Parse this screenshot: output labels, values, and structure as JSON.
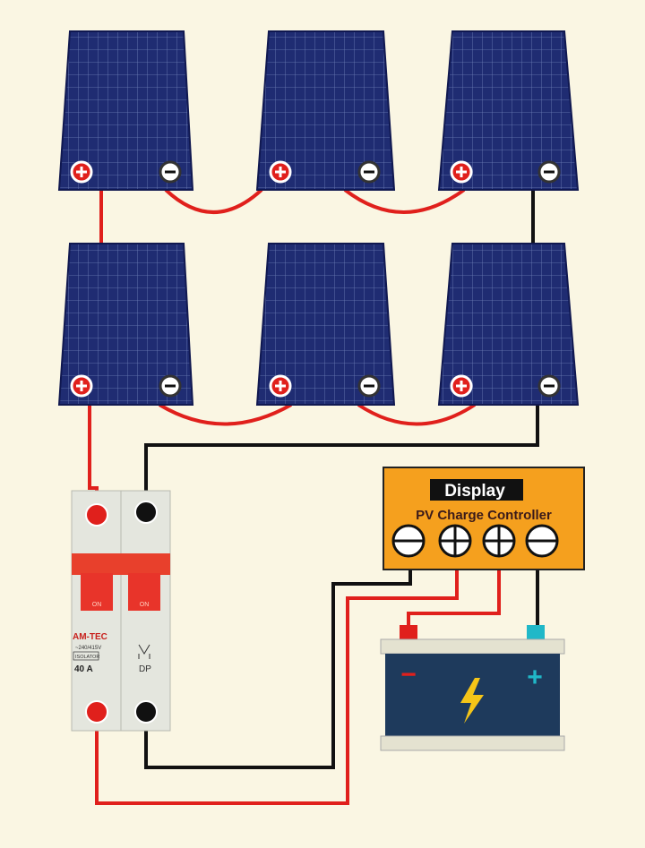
{
  "controller": {
    "display_label": "Display",
    "title": "PV Charge Controller"
  },
  "breaker": {
    "brand": "AM-TEC",
    "voltage": "~240/415V",
    "type_label": "ISOLATOR",
    "rating": "40 A",
    "poles": "DP",
    "on_left": "ON",
    "on_right": "ON"
  },
  "battery": {
    "neg_symbol": "−",
    "pos_symbol": "+"
  },
  "colors": {
    "panel": "#1e2a6e",
    "positive_wire": "#e0201c",
    "negative_wire": "#111111",
    "controller": "#f5a01e",
    "battery": "#1e3a5c",
    "background": "#faf6e3"
  }
}
